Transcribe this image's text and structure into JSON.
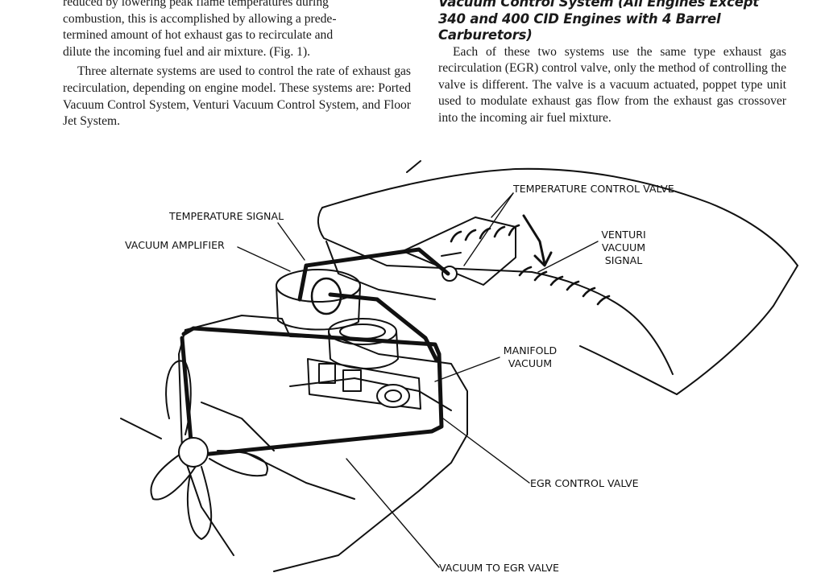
{
  "left_column": {
    "paragraph1_lines": [
      "reduced by lowering peak flame temperatures during",
      "combustion, this is accomplished by allowing a prede-",
      "termined amount of hot exhaust gas to recirculate and",
      "dilute the incoming fuel and air mixture. (Fig. 1)."
    ],
    "paragraph2": "Three alternate systems are used to control the rate of exhaust gas recirculation, depending on engine model. These systems are: Ported Vacuum Control System, Venturi Vacuum Control System, and Floor Jet System."
  },
  "right_column": {
    "heading": "Vacuum Control System (All Engines Except 340 and 400 CID Engines with 4 Barrel Carburetors)",
    "paragraph": "Each of these two systems use the same type exhaust gas recirculation (EGR) control valve, only the method of controlling the valve is different. The valve is a vacuum actuated, poppet type unit used to modulate exhaust gas flow from the exhaust gas crossover into the incoming air fuel mixture."
  },
  "figure": {
    "labels": {
      "temperature_control_valve": "TEMPERATURE CONTROL VALVE",
      "temperature_signal": "TEMPERATURE SIGNAL",
      "vacuum_amplifier": "VACUUM AMPLIFIER",
      "venturi_vacuum_signal": [
        "VENTURI",
        "VACUUM",
        "SIGNAL"
      ],
      "manifold_vacuum": [
        "MANIFOLD",
        "VACUUM"
      ],
      "egr_control_valve": "EGR CONTROL VALVE",
      "vacuum_to_egr_valve": "VACUUM TO EGR VALVE"
    }
  }
}
